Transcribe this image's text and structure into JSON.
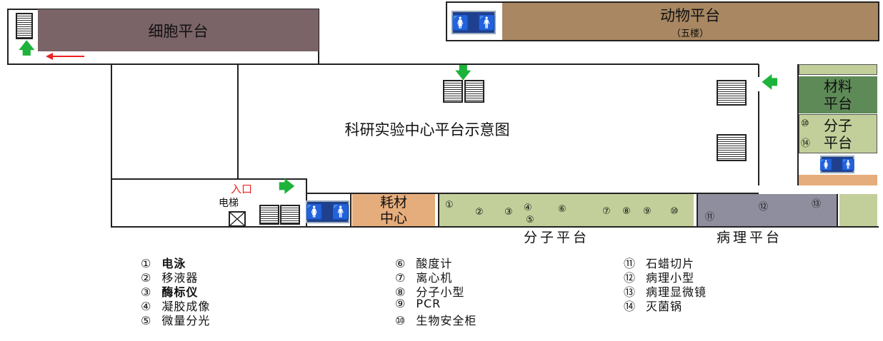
{
  "title": "科研实验中心平台示意图",
  "rooms": {
    "cell": "细胞平台",
    "animal": "动物平台",
    "animal_note": "（五楼）",
    "material_1": "材料",
    "material_2": "平台",
    "molecular_side_1": "分子",
    "molecular_side_2": "平台",
    "consumables_1": "耗材",
    "consumables_2": "中心",
    "molecular": "分子平台",
    "pathology": "病理平台"
  },
  "labels": {
    "entrance": "入口",
    "elevator": "电梯"
  },
  "markers": {
    "m1": "①",
    "m2": "②",
    "m3": "③",
    "m4": "④",
    "m5": "⑤",
    "m6": "⑥",
    "m7": "⑦",
    "m8": "⑧",
    "m9": "⑨",
    "m10": "⑩",
    "m11": "⑪",
    "m12": "⑫",
    "m13": "⑬",
    "m14": "⑭"
  },
  "legend": [
    {
      "num": "①",
      "name": "电泳"
    },
    {
      "num": "②",
      "name": "移液器"
    },
    {
      "num": "③",
      "name": "酶标仪"
    },
    {
      "num": "④",
      "name": "凝胶成像"
    },
    {
      "num": "⑤",
      "name": "微量分光"
    },
    {
      "num": "⑥",
      "name": "酸度计"
    },
    {
      "num": "⑦",
      "name": "离心机"
    },
    {
      "num": "⑧",
      "name": "分子小型"
    },
    {
      "num": "⑨",
      "name": "PCR"
    },
    {
      "num": "⑩",
      "name": "生物安全柜"
    },
    {
      "num": "⑪",
      "name": "石蜡切片"
    },
    {
      "num": "⑫",
      "name": "病理小型"
    },
    {
      "num": "⑬",
      "name": "病理显微镜"
    },
    {
      "num": "⑭",
      "name": "灭菌锅"
    }
  ],
  "colors": {
    "cell": "#7a6468",
    "animal": "#a88762",
    "material": "#5e8a57",
    "molecular": "#c2cf9a",
    "pathology": "#8f8e9e",
    "consumables": "#e6ad7c",
    "wc": "#1f3f8f"
  }
}
